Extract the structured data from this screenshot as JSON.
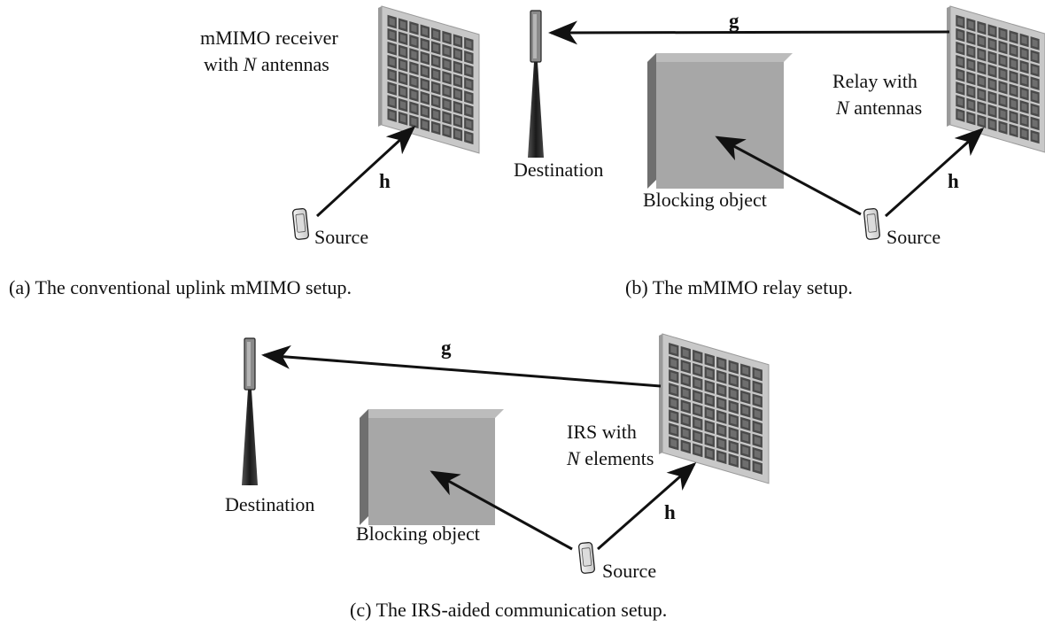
{
  "panel_a": {
    "receiver_label": [
      "mMIMO receiver",
      "with ",
      "N",
      " antennas"
    ],
    "channel_h": "h",
    "source_label": "Source",
    "caption": "(a) The conventional uplink mMIMO setup."
  },
  "panel_b": {
    "channel_g": "g",
    "destination_label": "Destination",
    "relay_label": [
      "Relay with",
      "N",
      " antennas"
    ],
    "blocking_label": "Blocking object",
    "channel_h": "h",
    "source_label": "Source",
    "caption": "(b) The mMIMO relay setup."
  },
  "panel_c": {
    "channel_g": "g",
    "destination_label": "Destination",
    "irs_label": [
      "IRS with",
      "N",
      " elements"
    ],
    "blocking_label": "Blocking object",
    "channel_h": "h",
    "source_label": "Source",
    "caption": "(c) The IRS-aided communication setup."
  }
}
